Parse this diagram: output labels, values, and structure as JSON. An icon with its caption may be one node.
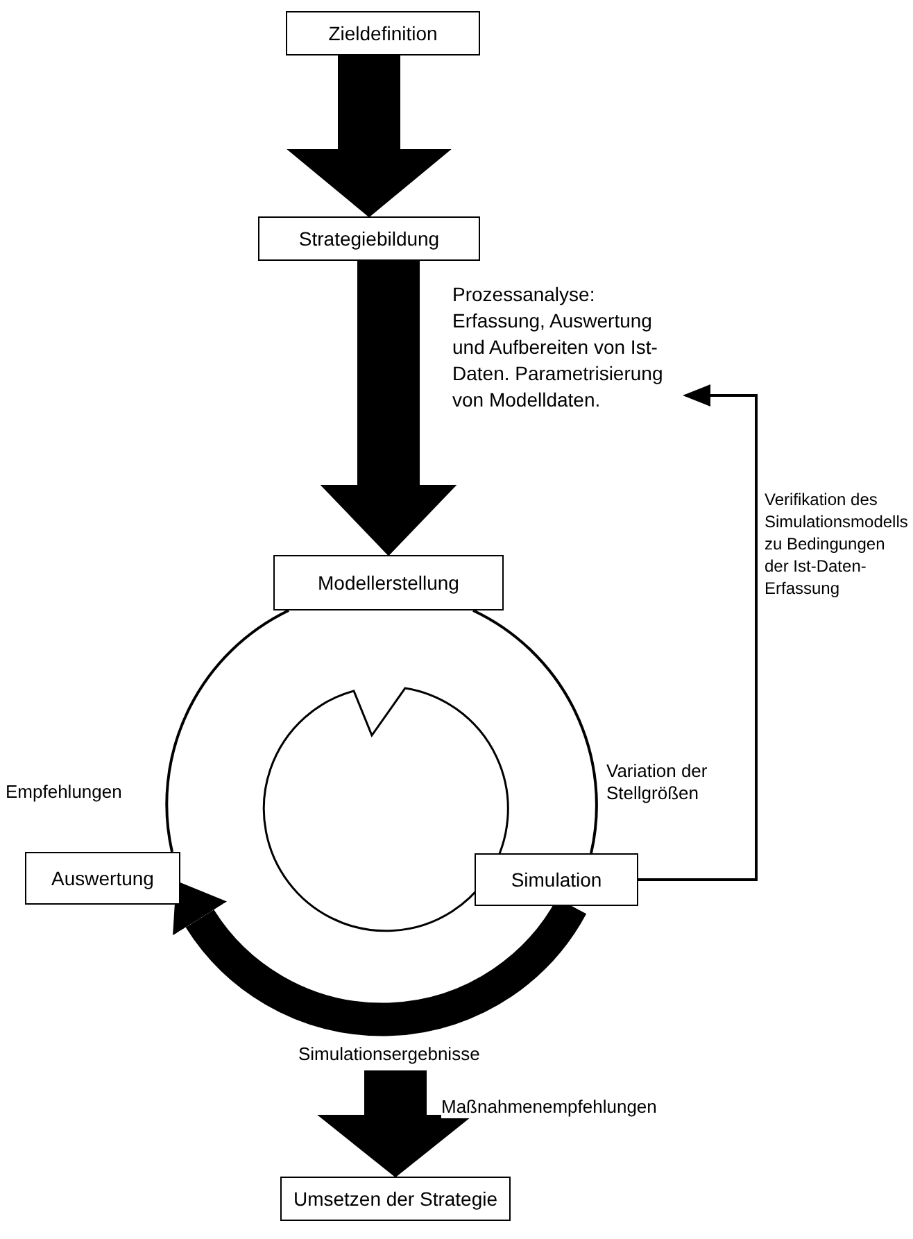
{
  "diagram": {
    "nodes": [
      {
        "text": [
          "Zieldefinition"
        ]
      },
      {
        "text": [
          "Strategiebildung"
        ]
      },
      {
        "text": [
          "Prozessanalyse: Erfassung, Auswertung und Aufbereiten von Ist-Daten. Parametrisierung von Modelldaten."
        ]
      },
      {
        "text": [
          "Modellerstellung"
        ]
      },
      {
        "text": [
          "Auswertung"
        ]
      },
      {
        "text": [
          "Simulation"
        ]
      },
      {
        "text": [
          "Umsetzen der Strategie"
        ]
      }
    ],
    "edges": [
      {
        "from": 0,
        "to": 1,
        "arrow": "to",
        "style": "thick"
      },
      {
        "from": 1,
        "to": 3,
        "arrow": "to",
        "style": "thick"
      },
      {
        "from": 5,
        "to": 2,
        "arrow": "to",
        "label": "Verifikation des Simulationsmodells zu Bedingungen der Ist-Daten-Erfassung"
      },
      {
        "from": 3,
        "to": 5,
        "arrow": "none",
        "label": "Variation der Stellgrößen"
      },
      {
        "from": 5,
        "to": 4,
        "arrow": "to",
        "style": "thick",
        "label": "Simulationsergebnisse"
      },
      {
        "from": 4,
        "to": 3,
        "arrow": "none",
        "label": "Empfehlungen"
      },
      {
        "from": null,
        "to": 6,
        "arrow": "to",
        "style": "thick",
        "label": "Maßnahmenempfehlungen"
      }
    ]
  }
}
